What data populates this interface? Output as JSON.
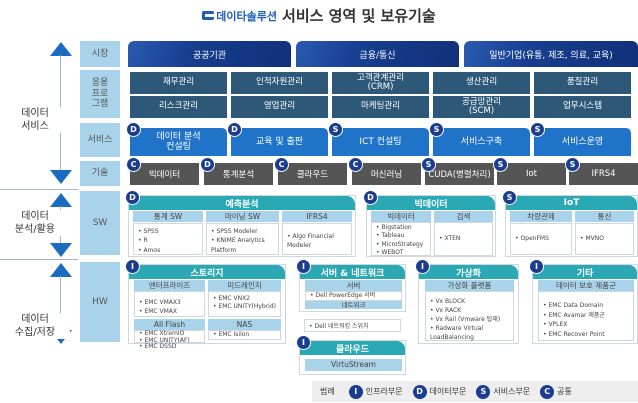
{
  "title": {
    "logo": "데이타솔루션",
    "text": "서비스 영역 및 보유기술"
  },
  "side": {
    "services": "데이터\n서비스",
    "analysis": "데이터\n분석/활용",
    "storage": "데이터\n수집/저장"
  },
  "rows": {
    "market": "시장",
    "apps": "응용\n프로\n그램",
    "services": "서비스",
    "tech": "기술",
    "sw": "SW",
    "hw": "HW"
  },
  "market": [
    "공공기관",
    "금융/통신",
    "일반기업(유통, 제조, 의료, 교육)"
  ],
  "apps": [
    [
      "재무관리",
      "인적자원관리",
      "고객관계관리\n(CRM)",
      "생산관리",
      "품질관리"
    ],
    [
      "리스크관리",
      "영업관리",
      "마케팅관리",
      "공급망관리\n(SCM)",
      "업무시스템"
    ]
  ],
  "services": [
    {
      "badge": "D",
      "label": "데이터 분석\n컨설팅"
    },
    {
      "badge": "D",
      "label": "교육 및 출판"
    },
    {
      "badge": "S",
      "label": "ICT 컨설팅"
    },
    {
      "badge": "S",
      "label": "서비스구축"
    },
    {
      "badge": "S",
      "label": "서비스운영"
    }
  ],
  "tech": [
    {
      "badge": "C",
      "label": "빅데이터"
    },
    {
      "badge": "D",
      "label": "통계분석"
    },
    {
      "badge": "C",
      "label": "클라우드"
    },
    {
      "badge": "C",
      "label": "머신러닝"
    },
    {
      "badge": "S",
      "label": "CUDA(병렬처리)"
    },
    {
      "badge": "S",
      "label": "Iot"
    },
    {
      "badge": "S",
      "label": "IFRS4"
    }
  ],
  "sw": {
    "predict": {
      "badge": "D",
      "title": "예측분석",
      "subs": [
        {
          "h": "통계 SW",
          "items": [
            "SPSS",
            "R",
            "Amos"
          ]
        },
        {
          "h": "마이닝 SW",
          "items": [
            "SPSS Modeler",
            "KNIME Analytics Platform"
          ]
        },
        {
          "h": "IFRS4",
          "items": [
            "Algo Financial Modeler"
          ]
        }
      ]
    },
    "bigdata": {
      "badge": "D",
      "title": "빅데이터",
      "subs": [
        {
          "h": "빅데이터",
          "items": [
            "Bigstation",
            "Tableau",
            "MicroStrategy",
            "WEBOT"
          ]
        },
        {
          "h": "검색",
          "items": [
            "XTEN"
          ]
        }
      ]
    },
    "iot": {
      "badge": "S",
      "title": "IoT",
      "subs": [
        {
          "h": "차량관제",
          "items": [
            "OpenFMS"
          ]
        },
        {
          "h": "통신",
          "items": [
            "MVNO"
          ]
        }
      ]
    }
  },
  "hw": {
    "storage": {
      "badge": "I",
      "title": "스토리지",
      "subs": [
        {
          "h": "엔터프라이즈",
          "items": [
            "EMC VMAX3",
            "EMC VMAX"
          ]
        },
        {
          "h": "미드레인지",
          "items": [
            "EMC VNX2",
            "EMC UNITY(Hybrid)"
          ]
        },
        {
          "h": "All Flash",
          "items": [
            "EMC XtremIO",
            "EMC UNITY(AF)",
            "EMC DSSD"
          ]
        },
        {
          "h": "NAS",
          "items": [
            "EMC Isilon"
          ]
        }
      ]
    },
    "server": {
      "badge": "I",
      "title": "서버 & 네트워크",
      "subs": [
        {
          "h": "서버",
          "items": [
            "Dell PowerEdge 서버"
          ]
        },
        {
          "h": "네트워크",
          "items": [
            "Dell 네트워킹 스위치"
          ]
        }
      ]
    },
    "cloud": {
      "badge": "I",
      "title": "클라우드",
      "sub": "VirtuStream"
    },
    "virt": {
      "badge": "I",
      "title": "가상화",
      "subs": [
        {
          "h": "가상화 플랫폼",
          "items": [
            "Vx BLOCK",
            "Vx RACK",
            "Vx Rail (Vmware 탑재)",
            "Radware Virtual LoadBalancing"
          ]
        }
      ]
    },
    "etc": {
      "badge": "I",
      "title": "기타",
      "subs": [
        {
          "h": "데이터 보호 제품군",
          "items": [
            "EMC Data Domain",
            "EMC Avamar 제품군",
            "VPLEX",
            "EMC Recover Point"
          ]
        }
      ]
    }
  },
  "legend": {
    "label": "범례",
    "items": [
      {
        "badge": "I",
        "label": "인프라부문"
      },
      {
        "badge": "D",
        "label": "데이터부문"
      },
      {
        "badge": "S",
        "label": "서비스부문"
      },
      {
        "badge": "C",
        "label": "공통"
      }
    ]
  },
  "colors": {
    "navy": "#163d8e",
    "app": "#2e5878",
    "service": "#1f74c9",
    "tech": "#555555",
    "teal": "#2aa9b5",
    "rowLabel": "#a9d3ea"
  }
}
